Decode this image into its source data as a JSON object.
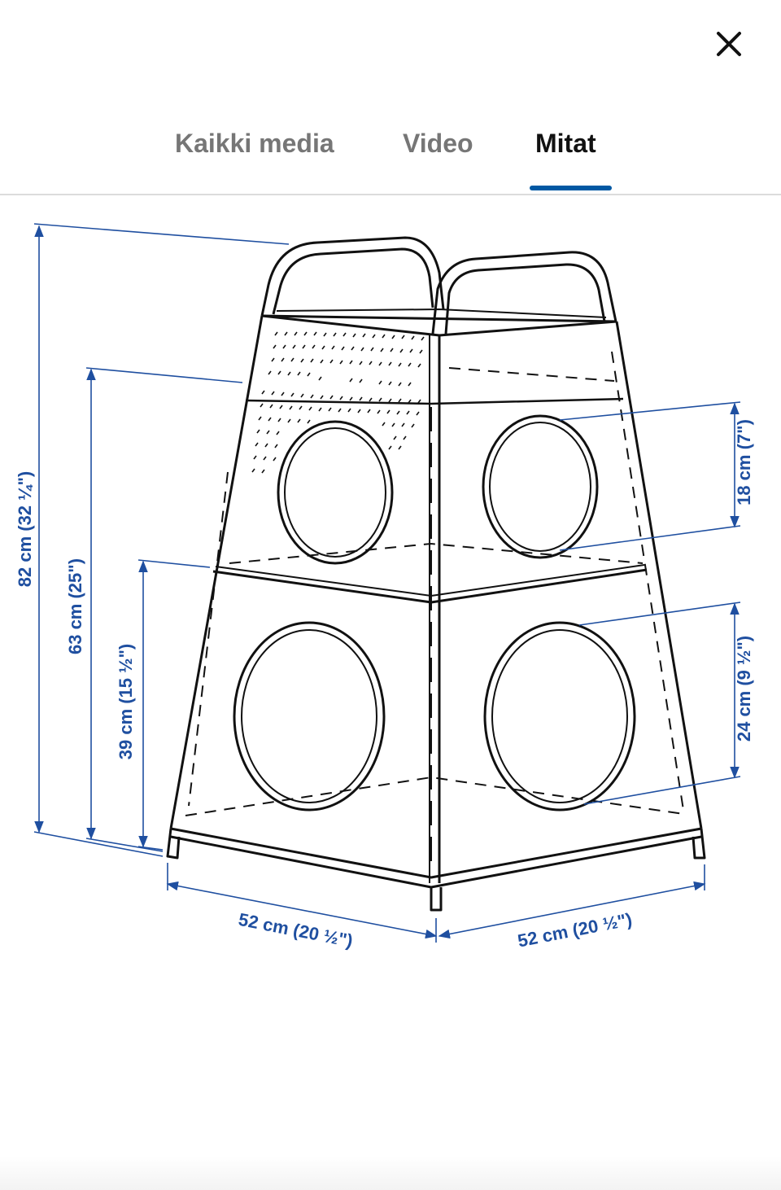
{
  "header": {
    "close_icon": "close-icon"
  },
  "tabs": [
    {
      "label": "Kaikki media",
      "active": false
    },
    {
      "label": "Video",
      "active": false
    },
    {
      "label": "Mitat",
      "active": true
    }
  ],
  "colors": {
    "accent": "#0058a3",
    "dimension": "#1f4fa0",
    "drawing": "#111111",
    "inactive_tab": "#767676"
  },
  "diagram": {
    "height_total": "82 cm (32 ¼\")",
    "height_mid": "63 cm (25\")",
    "height_low": "39 cm (15 ½\")",
    "hole_top": "18 cm (7\")",
    "hole_bottom": "24 cm (9 ½\")",
    "width_left": "52 cm (20 ½\")",
    "width_right": "52 cm (20 ½\")"
  }
}
